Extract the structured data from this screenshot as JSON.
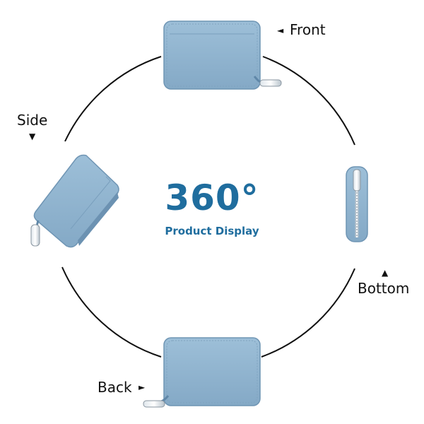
{
  "title": "360°",
  "subtitle": "Product Display",
  "views": {
    "front": {
      "label": "Front",
      "arrow": "◄"
    },
    "side": {
      "label": "Side",
      "arrow": "▼"
    },
    "bottom": {
      "label": "Bottom",
      "arrow": "▲"
    },
    "back": {
      "label": "Back",
      "arrow": "►"
    }
  },
  "colors": {
    "wallet": "#8db2cf",
    "wallet_edge": "#6f95b4",
    "wallet_dark": "#5f87a8",
    "accent_text": "#1f6d9e",
    "ring": "#111111"
  }
}
